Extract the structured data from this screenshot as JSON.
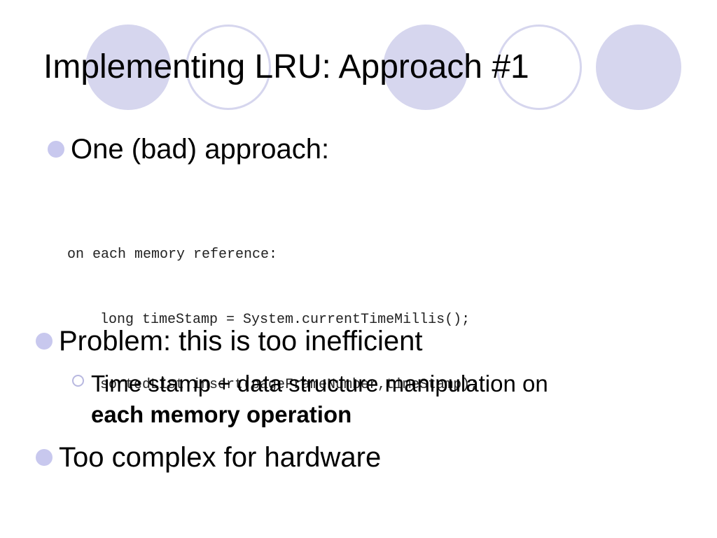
{
  "slide": {
    "title": "Implementing LRU: Approach #1",
    "bullets": [
      {
        "text": "One (bad) approach:"
      },
      {
        "text": "Problem: this is too inefficient"
      },
      {
        "text": "Too complex for hardware"
      }
    ],
    "sub_bullet": {
      "text": "Time stamp + data structure manipulation on",
      "bold_text": "each memory operation"
    },
    "code_lines": [
      "on each memory reference:",
      "long timeStamp = System.currentTimeMillis();",
      "sortedList.insert(pageFrameNumber,timeStamp);"
    ]
  },
  "colors": {
    "accent": "#d6d6ee",
    "bullet": "#c8c8ee",
    "text": "#000000"
  },
  "icons": {
    "decorative_circles": "circle-decoration",
    "level1_bullet": "filled-circle-bullet",
    "level2_bullet": "hollow-circle-bullet"
  }
}
